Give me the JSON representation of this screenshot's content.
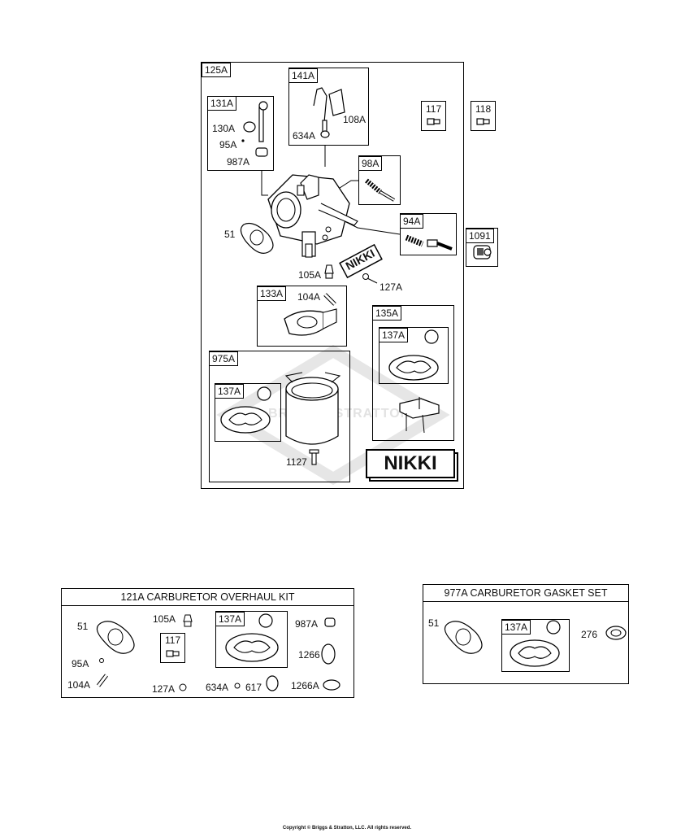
{
  "main": {
    "assembly": "125A",
    "callouts": {
      "c131A": "131A",
      "c130A": "130A",
      "c95A": "95A",
      "c987A": "987A",
      "c141A": "141A",
      "c108A": "108A",
      "c634A": "634A",
      "c117": "117",
      "c118": "118",
      "c98A": "98A",
      "c94A": "94A",
      "c1091": "1091",
      "c51": "51",
      "c105A": "105A",
      "c127A": "127A",
      "c133A": "133A",
      "c104A": "104A",
      "c135A": "135A",
      "c137A": "137A",
      "c975A": "975A",
      "c137A_b": "137A",
      "c1127": "1127"
    },
    "brand_decal": "NIKKI",
    "brand_plate": "NIKKI",
    "watermark": "BRIGGS&STRATTON"
  },
  "overhaul_kit": {
    "title": "121A CARBURETOR OVERHAUL KIT",
    "items": {
      "i51": "51",
      "i95A": "95A",
      "i104A": "104A",
      "i105A": "105A",
      "i117": "117",
      "i127A": "127A",
      "i137A": "137A",
      "i634A": "634A",
      "i617": "617",
      "i987A": "987A",
      "i1266": "1266",
      "i1266A": "1266A"
    }
  },
  "gasket_set": {
    "title": "977A CARBURETOR GASKET SET",
    "items": {
      "i51": "51",
      "i137A": "137A",
      "i276": "276"
    }
  },
  "footer": {
    "copyright": "Copyright © Briggs & Stratton, LLC. All rights reserved."
  }
}
